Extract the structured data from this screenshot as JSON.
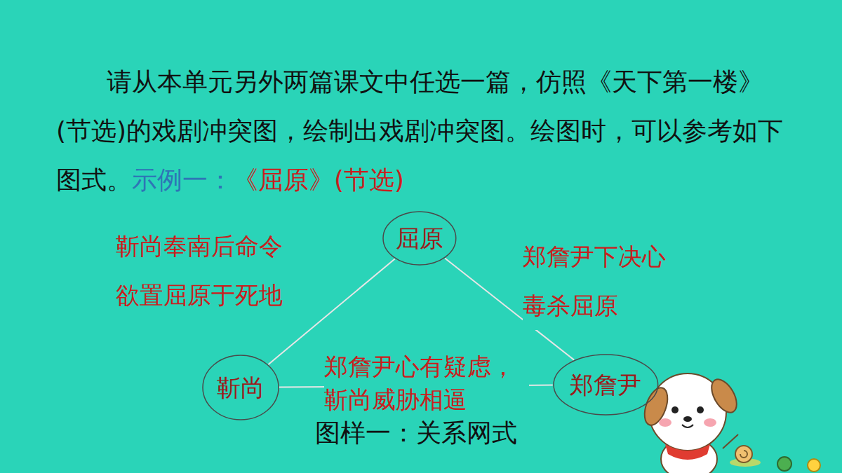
{
  "diagram": {
    "caption": "图样一：关系网式",
    "nodes": [
      {
        "text": [
          "屈原"
        ]
      },
      {
        "text": [
          "靳尚"
        ]
      },
      {
        "text": [
          "郑詹尹"
        ]
      }
    ],
    "edges": [
      {
        "from": 0,
        "to": 1,
        "arrow": "none",
        "label": "靳尚奉南后命令 欲置屈原于死地"
      },
      {
        "from": 0,
        "to": 2,
        "arrow": "none",
        "label": "郑詹尹下决心 毒杀屈原"
      },
      {
        "from": 1,
        "to": 2,
        "arrow": "none",
        "label": "郑詹尹心有疑虑， 靳尚威胁相逼"
      }
    ],
    "labels": [
      "请从本单元另外两篇课文中任选一篇，仿照《天下第一楼》(节选)的戏剧冲突图，绘制出戏剧冲突图。绘图时，可以参考如下图式。",
      "示例一：",
      "《屈原》(节选)"
    ]
  }
}
